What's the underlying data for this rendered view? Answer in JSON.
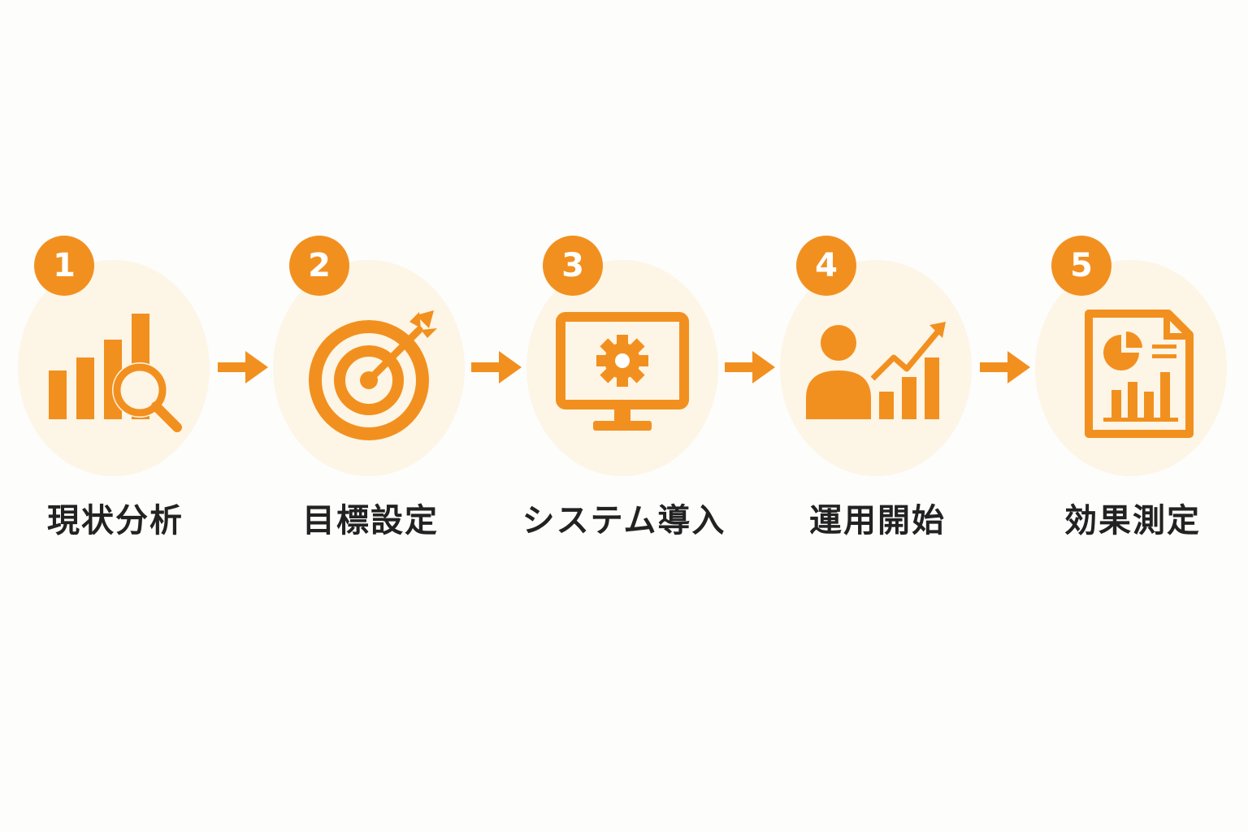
{
  "accent_color": "#f2901f",
  "circle_color": "#fdf5e6",
  "steps": [
    {
      "number": "1",
      "label": "現状分析",
      "icon": "analysis-magnifier-icon"
    },
    {
      "number": "2",
      "label": "目標設定",
      "icon": "target-arrow-icon"
    },
    {
      "number": "3",
      "label": "システム導入",
      "icon": "monitor-gear-icon"
    },
    {
      "number": "4",
      "label": "運用開始",
      "icon": "person-growth-chart-icon"
    },
    {
      "number": "5",
      "label": "効果測定",
      "icon": "report-document-icon"
    }
  ],
  "connector_icon": "arrow-right-icon"
}
